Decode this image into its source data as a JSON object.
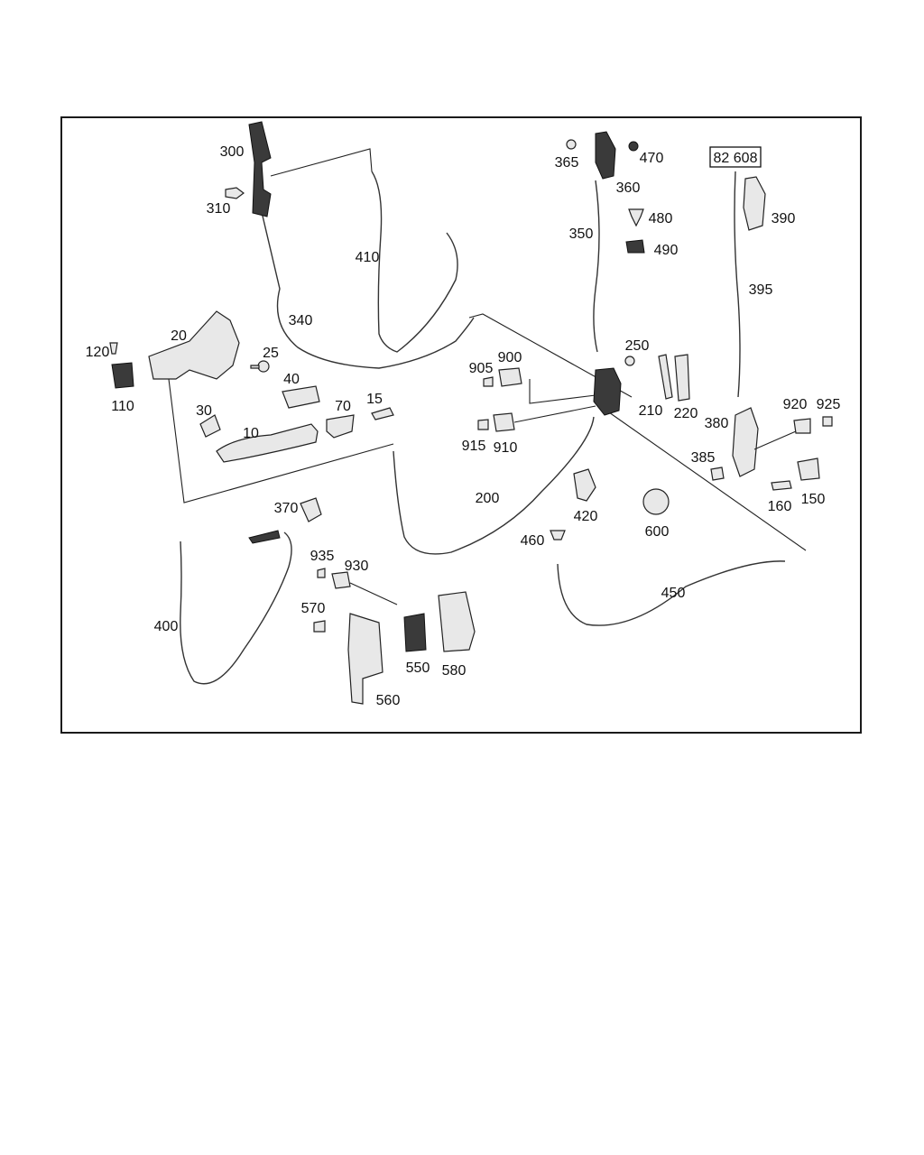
{
  "diagram": {
    "reference_box": "82 608",
    "labels": {
      "p10": "10",
      "p15": "15",
      "p20": "20",
      "p25": "25",
      "p30": "30",
      "p40": "40",
      "p70": "70",
      "p110": "110",
      "p120": "120",
      "p150": "150",
      "p160": "160",
      "p200": "200",
      "p210": "210",
      "p220": "220",
      "p250": "250",
      "p300": "300",
      "p310": "310",
      "p340": "340",
      "p350": "350",
      "p360": "360",
      "p365": "365",
      "p370": "370",
      "p380": "380",
      "p385": "385",
      "p390": "390",
      "p395": "395",
      "p400": "400",
      "p410": "410",
      "p420": "420",
      "p450": "450",
      "p460": "460",
      "p470": "470",
      "p480": "480",
      "p490": "490",
      "p550": "550",
      "p560": "560",
      "p570": "570",
      "p580": "580",
      "p600": "600",
      "p900": "900",
      "p905": "905",
      "p910": "910",
      "p915": "915",
      "p920": "920",
      "p925": "925",
      "p930": "930",
      "p935": "935"
    }
  }
}
